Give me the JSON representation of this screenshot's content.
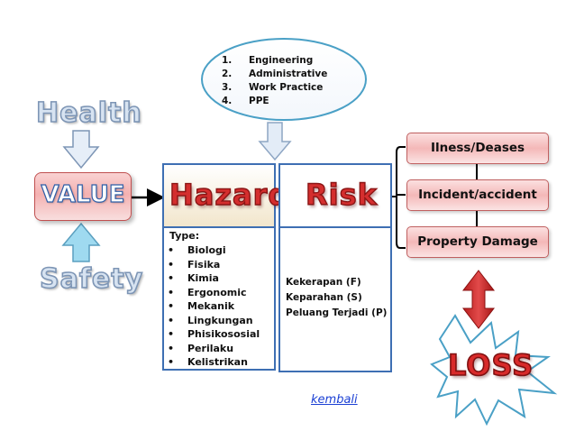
{
  "health_label": "Health",
  "safety_label": "Safety",
  "value_label": "VALUE",
  "hazard_label": "Hazard",
  "risk_label": "Risk",
  "loss_label": "LOSS",
  "controls": [
    {
      "num": "1.",
      "text": "Engineering"
    },
    {
      "num": "2.",
      "text": "Administrative"
    },
    {
      "num": "3.",
      "text": "Work Practice"
    },
    {
      "num": "4.",
      "text": "PPE"
    }
  ],
  "hazard_types": {
    "title": "Type:",
    "bullet": "•",
    "items": [
      "Biologi",
      "Fisika",
      "Kimia",
      "Ergonomic",
      "Mekanik",
      "Lingkungan",
      "Phisikososial",
      "Perilaku",
      "Kelistrikan"
    ]
  },
  "risk_factors": [
    "Kekerapan (F)",
    "Keparahan (S)",
    "Peluang Terjadi (P)"
  ],
  "outcomes": [
    "Ilness/Deases",
    "Incident/accident",
    "Property Damage"
  ],
  "link_text": "kembali",
  "colors": {
    "blue_outline": "#3e6fb3",
    "red_accent": "#d42e2e",
    "pink_fill": "#f4b1b1",
    "light_blue_arrow": "#dbe7f5",
    "cyan_arrow": "#9ad8ee",
    "link": "#1a3fd4"
  },
  "icons": [
    "down-arrow-icon",
    "up-arrow-icon",
    "right-arrow-icon",
    "double-arrow-icon",
    "starburst-icon"
  ]
}
